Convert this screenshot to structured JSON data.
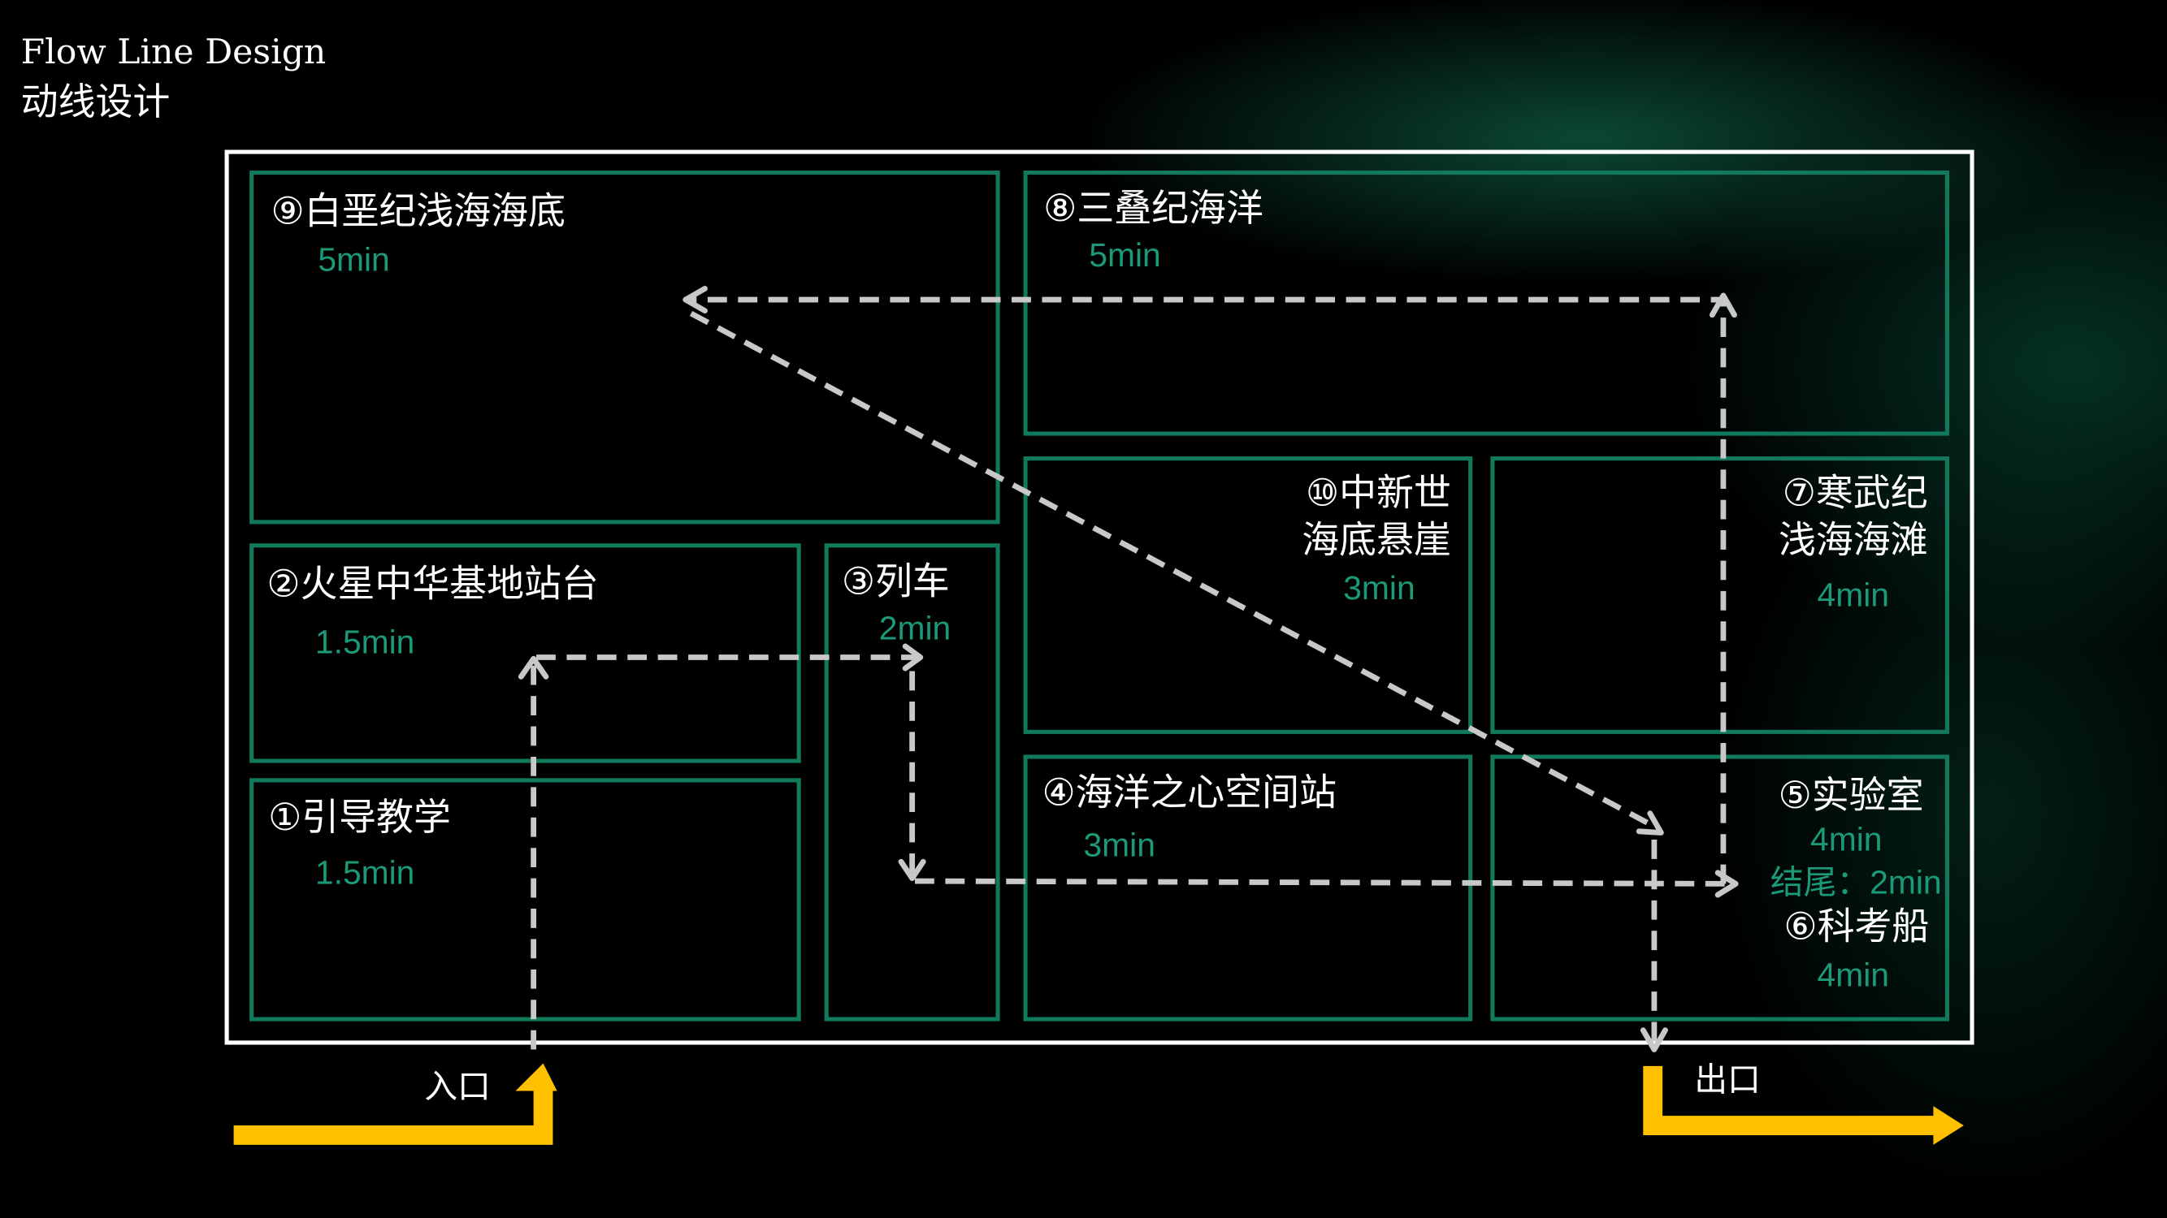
{
  "title_en": "Flow Line Design",
  "title_cn": "动线设计",
  "zones": [
    {
      "id": "9",
      "name": "⑨白垩纪浅海海底",
      "time": "5min"
    },
    {
      "id": "8",
      "name": "⑧三叠纪海洋",
      "time": "5min"
    },
    {
      "id": "10",
      "name_line1": "⑩中新世",
      "name_line2": "海底悬崖",
      "time": "3min"
    },
    {
      "id": "7",
      "name_line1": "⑦寒武纪",
      "name_line2": "浅海海滩",
      "time": "4min"
    },
    {
      "id": "2",
      "name": "②火星中华基地站台",
      "time": "1.5min"
    },
    {
      "id": "3",
      "name": "③列车",
      "time": "2min"
    },
    {
      "id": "1",
      "name": "①引导教学",
      "time": "1.5min"
    },
    {
      "id": "4",
      "name": "④海洋之心空间站",
      "time": "3min"
    },
    {
      "id": "5",
      "name": "⑤实验室",
      "time": "4min",
      "ending": "结尾：2min",
      "name2": "⑥科考船",
      "time2": "4min"
    }
  ],
  "entrance_label": "入口",
  "exit_label": "出口",
  "colors": {
    "accent_green": "#1a9a78",
    "box_border": "#127a5c",
    "flow_line": "#c8c8c8",
    "entry_exit": "#ffc000"
  }
}
